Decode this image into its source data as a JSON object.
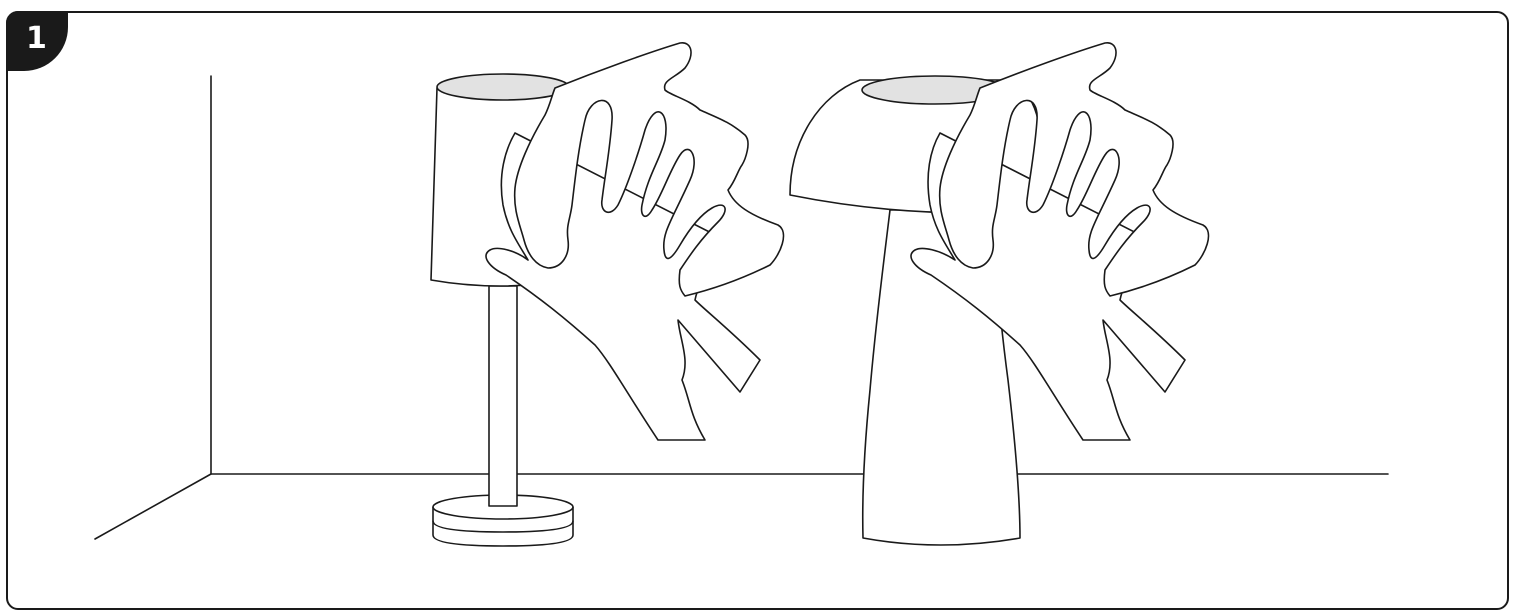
{
  "step": {
    "number": "1"
  },
  "colors": {
    "line": "#1a1a1a",
    "badge": "#1a1a1a",
    "top_disc": "#e2e2e2",
    "background": "#ffffff"
  },
  "figures": [
    {
      "name": "cylinder-shade-table-lamp",
      "action": "wiped-with-cloth"
    },
    {
      "name": "mushroom-table-lamp",
      "action": "wiped-with-cloth"
    }
  ]
}
